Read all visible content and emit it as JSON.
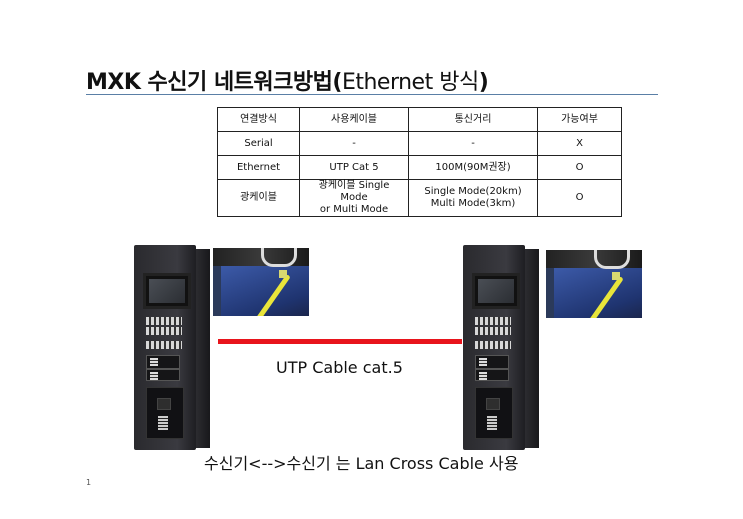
{
  "title": {
    "bold": "MXK 수신기 네트워크방법(",
    "light": "Ethernet 방식",
    "end": ")"
  },
  "table": {
    "headers": [
      "연결방식",
      "사용케이블",
      "통신거리",
      "가능여부"
    ],
    "rows": [
      [
        "Serial",
        "-",
        "-",
        "X"
      ],
      [
        "Ethernet",
        "UTP Cat 5",
        "100M(90M권장)",
        "O"
      ],
      [
        "광케이블",
        "광케이블 Single Mode\nor Multi Mode",
        "Single Mode(20km)\nMulti Mode(3km)",
        "O"
      ]
    ],
    "row3": {
      "cable_line1": "광케이블 Single Mode",
      "cable_line2": "or Multi Mode",
      "distance_line1": "Single Mode(20km)",
      "distance_line2": "Multi Mode(3km)"
    }
  },
  "diagram": {
    "cable_label": "UTP Cable cat.5",
    "cable_color": "#e8141c",
    "note": "수신기<-->수신기 는 Lan Cross Cable 사용"
  },
  "page_number": "1"
}
